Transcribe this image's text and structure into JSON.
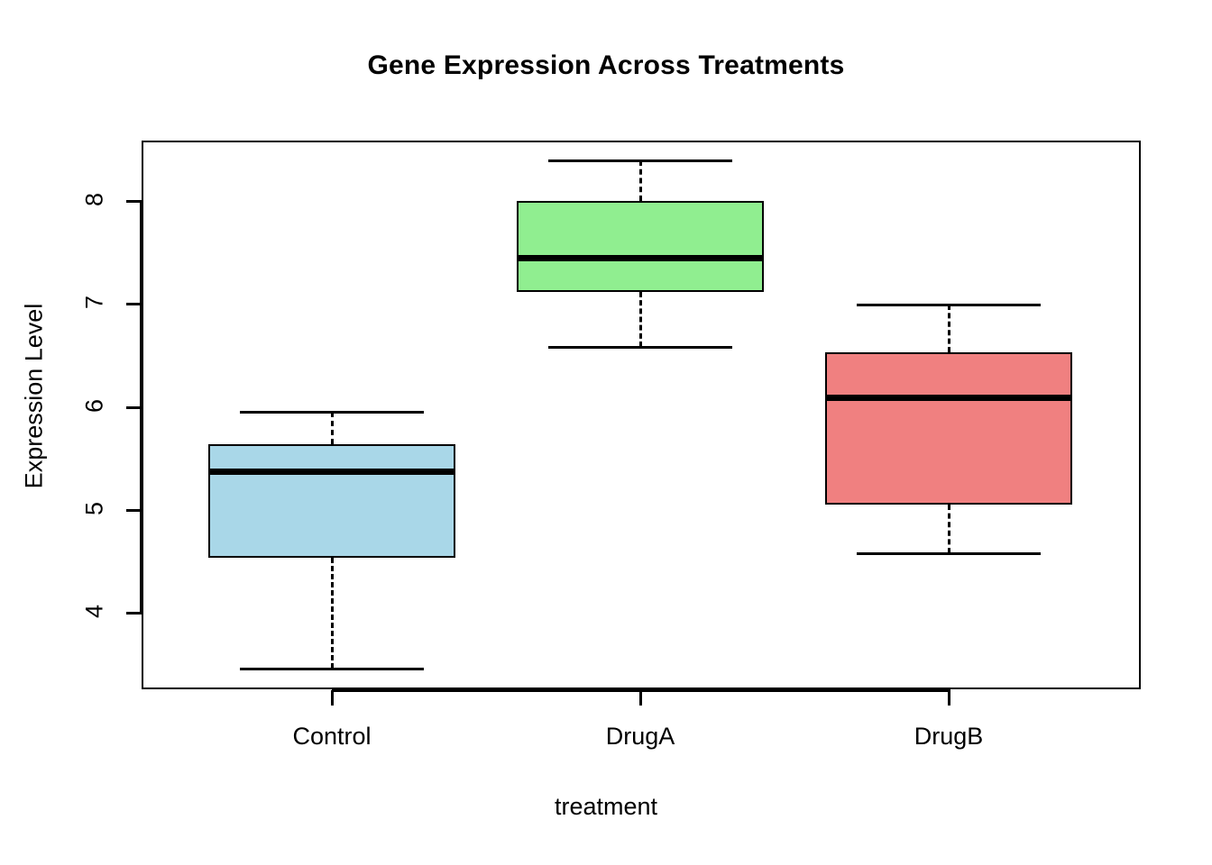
{
  "chart_data": {
    "type": "box",
    "title": "Gene Expression Across Treatments",
    "xlabel": "treatment",
    "ylabel": "Expression Level",
    "categories": [
      "Control",
      "DrugA",
      "DrugB"
    ],
    "ytick_labels": [
      "4",
      "5",
      "6",
      "7",
      "8"
    ],
    "ytick_values": [
      4,
      5,
      6,
      7,
      8
    ],
    "ylim": [
      3.25,
      8.6
    ],
    "grid": false,
    "legend": "none",
    "box_colors": [
      "#A9D7E8",
      "#90EE90",
      "#F08080"
    ],
    "boxes": [
      {
        "category": "Control",
        "fill": "#A9D7E8",
        "whisker_low": 3.46,
        "q1": 4.53,
        "median": 5.37,
        "q3": 5.64,
        "whisker_high": 5.95
      },
      {
        "category": "DrugA",
        "fill": "#90EE90",
        "whisker_low": 6.58,
        "q1": 7.12,
        "median": 7.45,
        "q3": 8.0,
        "whisker_high": 8.39
      },
      {
        "category": "DrugB",
        "fill": "#F08080",
        "whisker_low": 4.58,
        "q1": 5.05,
        "median": 6.09,
        "q3": 6.53,
        "whisker_high": 6.99
      }
    ]
  },
  "axis": {
    "y_labels": [
      "4",
      "5",
      "6",
      "7",
      "8"
    ],
    "y_title": "Expression Level",
    "x_labels": [
      "Control",
      "DrugA",
      "DrugB"
    ],
    "x_title": "treatment"
  },
  "title": "Gene Expression Across Treatments"
}
